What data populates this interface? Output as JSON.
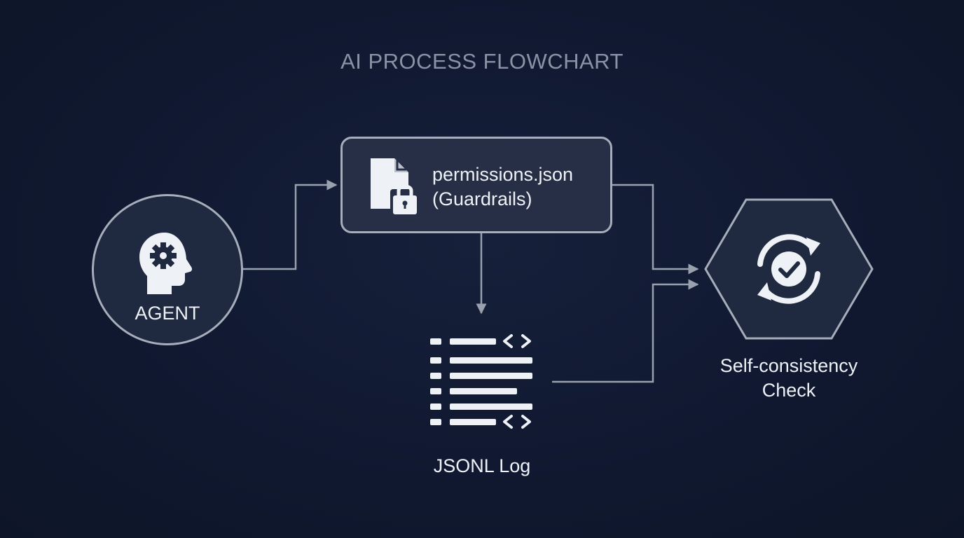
{
  "diagram": {
    "title": "AI PROCESS FLOWCHART",
    "nodes": {
      "agent": {
        "label": "AGENT",
        "icon": "head-gear-icon"
      },
      "permissions": {
        "label_line1": "permissions.json",
        "label_line2": "(Guardrails)",
        "icon": "file-lock-icon"
      },
      "log": {
        "label": "JSONL Log",
        "icon": "log-lines-icon"
      },
      "check": {
        "label_line1": "Self-consistency",
        "label_line2": "Check",
        "icon": "sync-check-icon"
      }
    },
    "edges": [
      {
        "from": "AGENT",
        "to": "permissions.json"
      },
      {
        "from": "permissions.json",
        "to": "JSONL Log"
      },
      {
        "from": "permissions.json",
        "to": "Self-consistency Check"
      },
      {
        "from": "JSONL Log",
        "to": "Self-consistency Check"
      }
    ]
  },
  "colors": {
    "background": "#111a2e",
    "node_fill": "#1f2940",
    "node_stroke": "#a6adbb",
    "edge": "#9aa1ae",
    "text": "#eef1f6",
    "title": "#8a93a6"
  }
}
